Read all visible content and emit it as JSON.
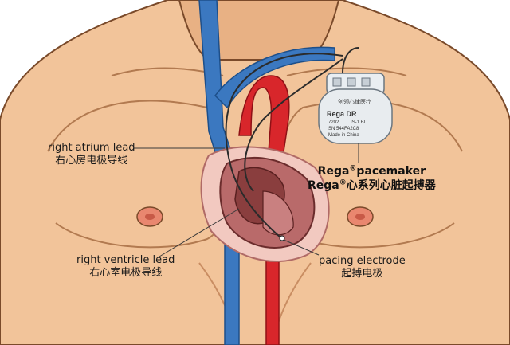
{
  "labels": {
    "right_atrium": {
      "en": "right atrium lead",
      "zh": "右心房电极导线"
    },
    "right_ventricle": {
      "en": "right ventricle lead",
      "zh": "右心室电极导线"
    },
    "pacing_electrode": {
      "en": "pacing electrode",
      "zh": "起搏电极"
    },
    "pacemaker": {
      "brand": "Rega",
      "reg": "®",
      "en_suffix": "pacemaker",
      "zh_suffix": "心系列心脏起搏器"
    }
  },
  "device": {
    "maker": "创领心律医疗",
    "model": "Rega DR",
    "code": "7202",
    "serial_label": "SN 544FA2C8",
    "origin": "Made in China",
    "mark": "IS-1 BI"
  },
  "colors": {
    "skin": "#f2c49a",
    "skin_shadow": "#d99a6c",
    "outline": "#7a4a2a",
    "vein": "#3b78c0",
    "artery": "#d8262b",
    "heart": "#b96a6a",
    "pericardium": "#f2c9c0"
  }
}
